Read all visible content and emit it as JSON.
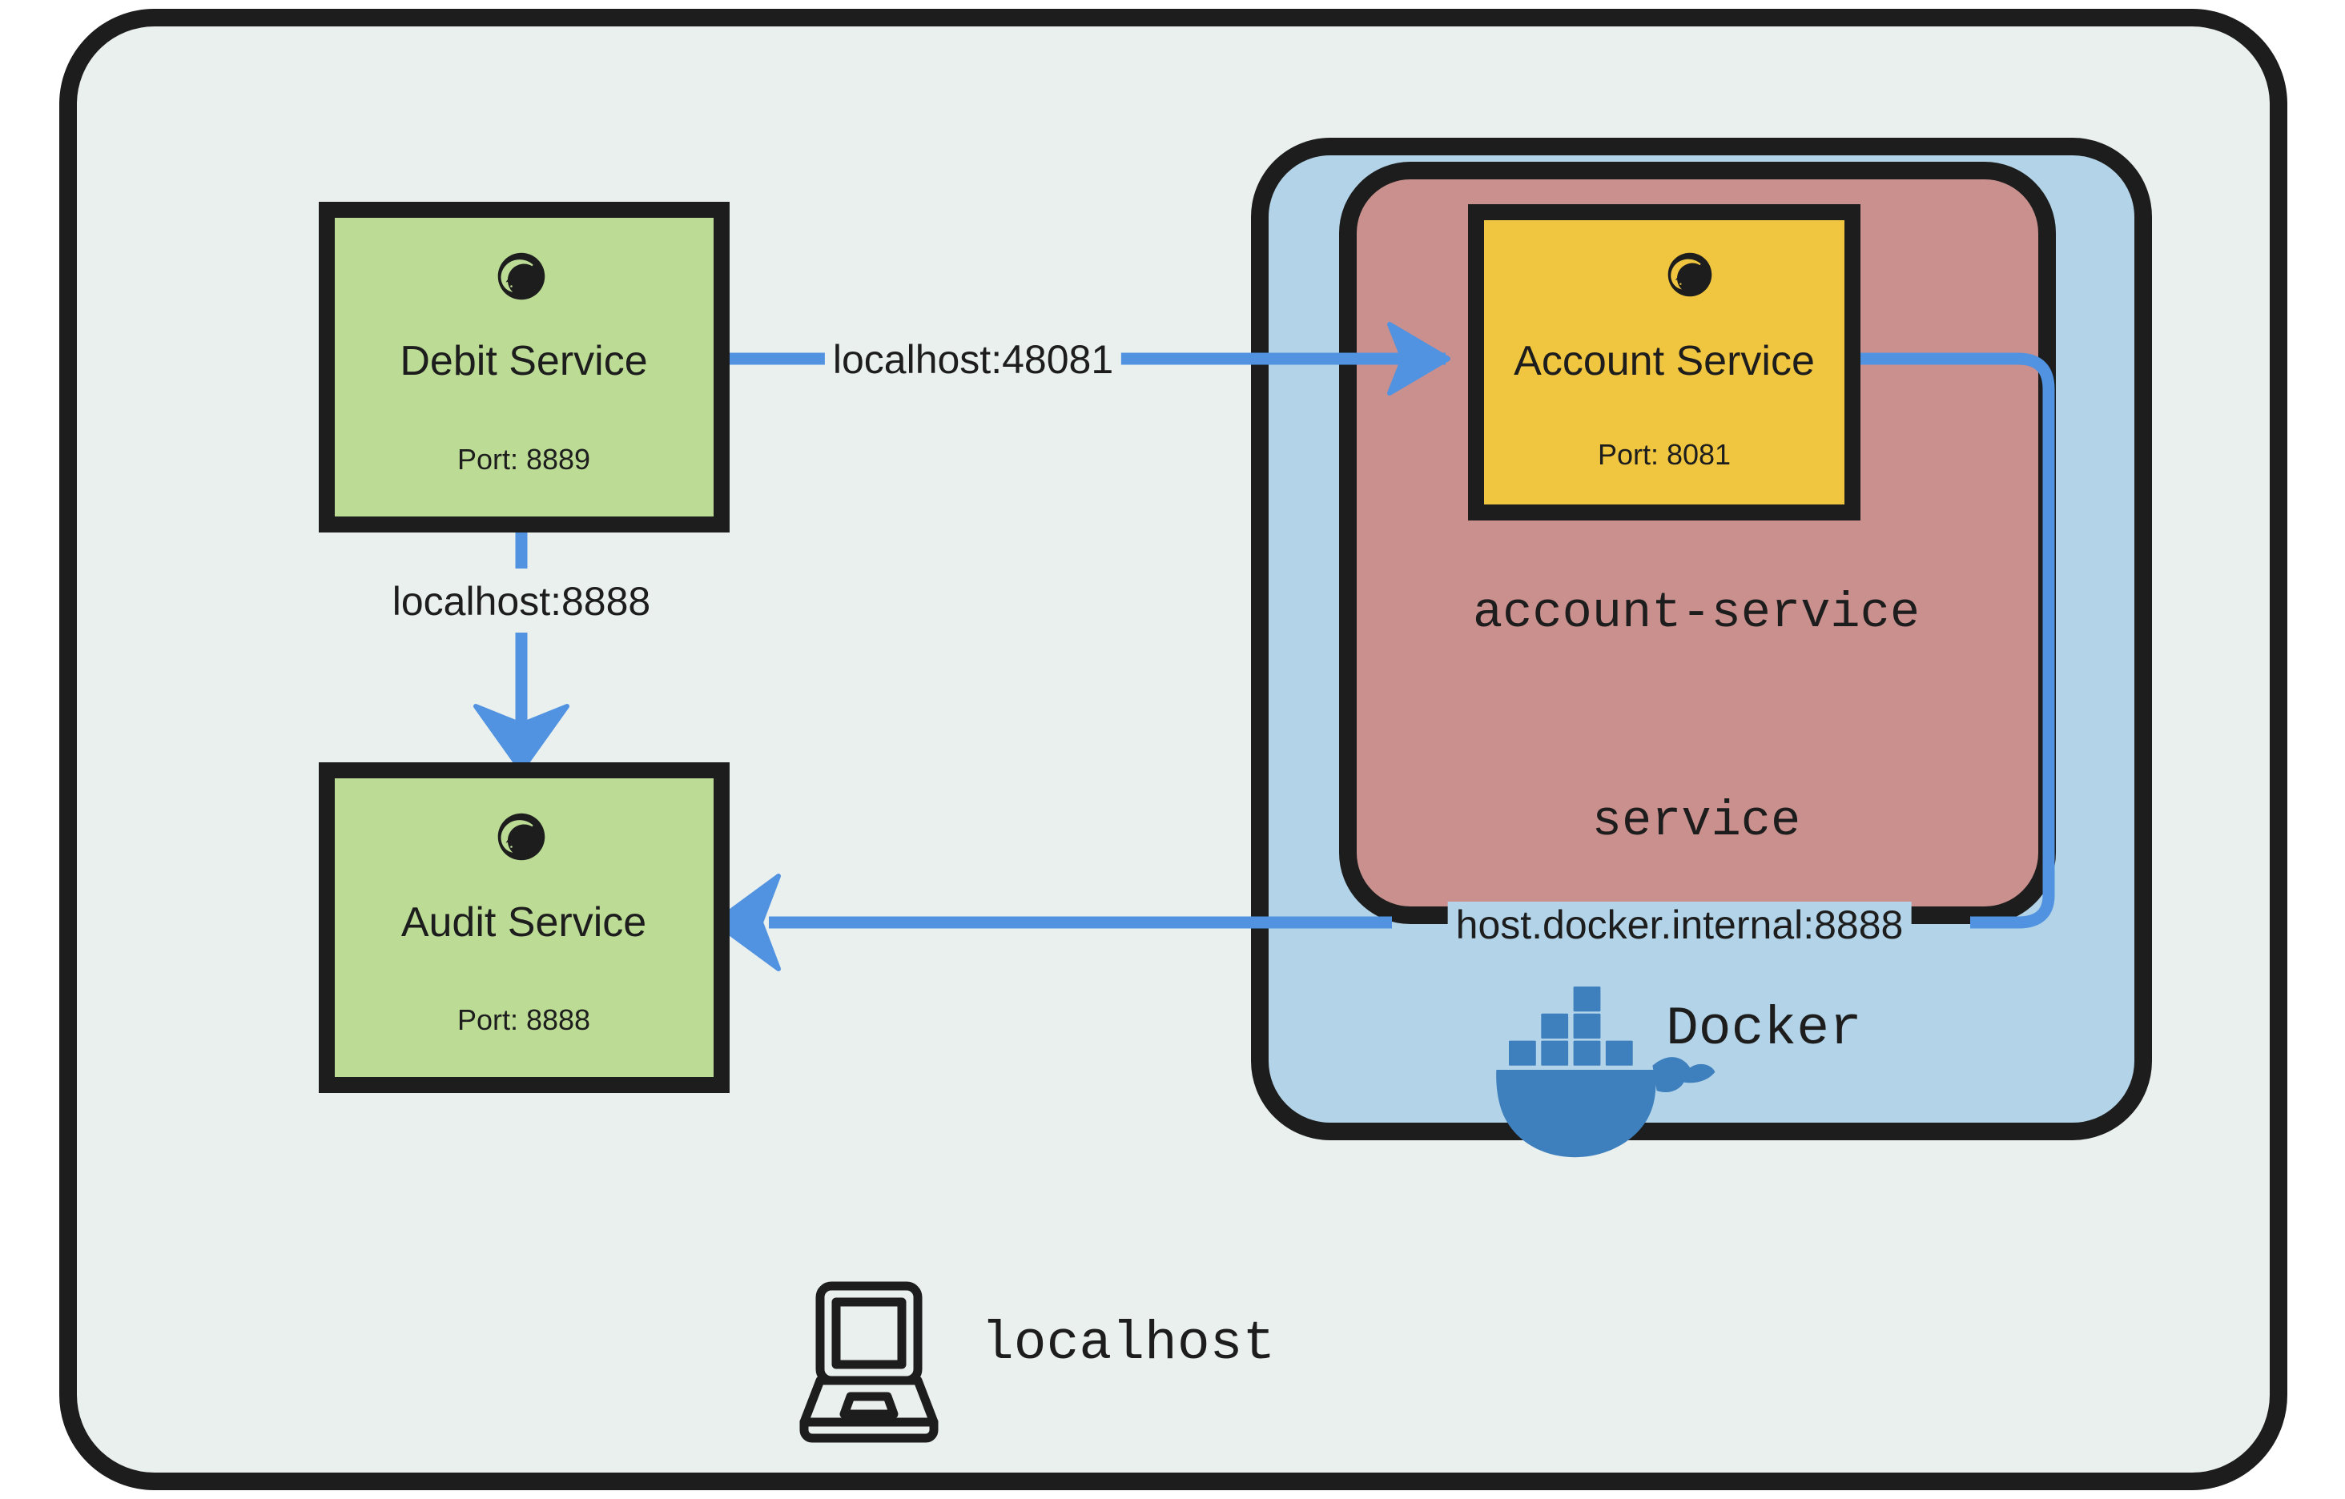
{
  "diagram": {
    "title": "localhost / Docker microservice topology",
    "colors": {
      "canvas": "#ffffff",
      "host_fill": "#eaf0ee",
      "stroke": "#1d1d1d",
      "spring_node_fill": "#bcdc95",
      "account_node_fill": "#f0c53f",
      "docker_fill": "#b3d4e8",
      "service_fill": "#c9908d",
      "edge": "#5193e0",
      "docker_logo": "#3e7fbd"
    },
    "host": {
      "name": "localhost",
      "icon": "laptop-icon"
    },
    "docker": {
      "name": "Docker",
      "icon": "docker-whale-icon",
      "inner_group": {
        "name": "account-service",
        "sublabel": "service"
      }
    },
    "nodes": [
      {
        "id": "debit-service",
        "title": "Debit Service",
        "port_label": "Port: 8889",
        "icon": "spring-leaf-icon",
        "fill": "#bcdc95"
      },
      {
        "id": "audit-service",
        "title": "Audit Service",
        "port_label": "Port: 8888",
        "icon": "spring-leaf-icon",
        "fill": "#bcdc95"
      },
      {
        "id": "account-service",
        "title": "Account Service",
        "port_label": "Port: 8081",
        "icon": "spring-leaf-icon",
        "fill": "#f0c53f"
      }
    ],
    "edges": [
      {
        "id": "debit-to-account",
        "from": "debit-service",
        "to": "account-service",
        "label": "localhost:48081"
      },
      {
        "id": "debit-to-audit",
        "from": "debit-service",
        "to": "audit-service",
        "label": "localhost:8888"
      },
      {
        "id": "account-to-audit",
        "from": "account-service",
        "to": "audit-service",
        "label": "host.docker.internal:8888"
      }
    ]
  }
}
